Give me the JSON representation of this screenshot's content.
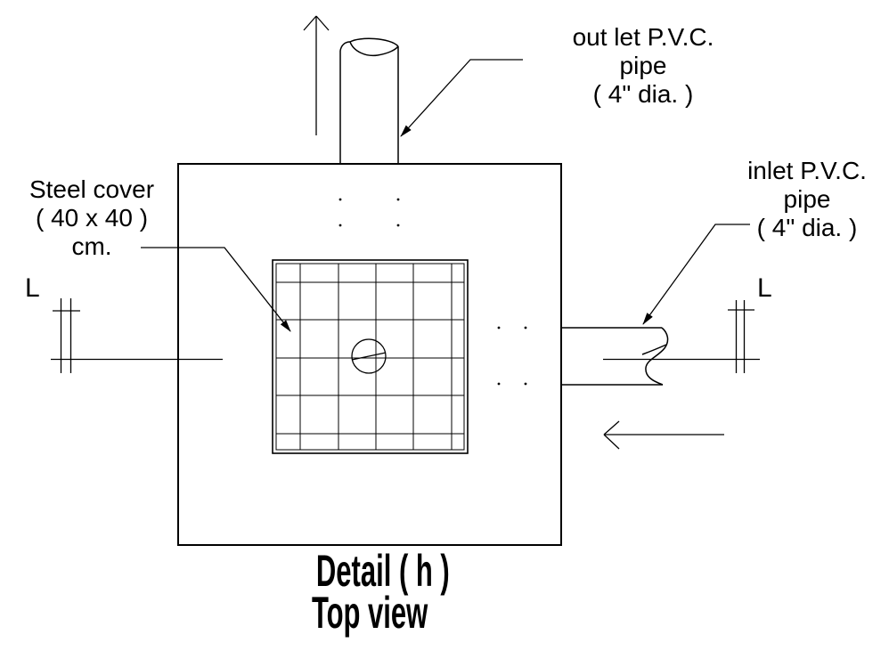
{
  "page": {
    "background": "#ffffff",
    "line_color": "#000000"
  },
  "labels": {
    "outlet_pipe": {
      "lines": [
        "out let P.V.C.",
        "pipe",
        "( 4\" dia. )"
      ]
    },
    "inlet_pipe": {
      "lines": [
        "inlet P.V.C.",
        "pipe",
        "( 4\" dia. )"
      ]
    },
    "steel_cover": {
      "lines": [
        "Steel cover",
        "( 40 x 40 )",
        "cm."
      ]
    },
    "section_marker_left": "L",
    "section_marker_right": "L"
  },
  "title": {
    "line1": "Detail ( h )",
    "line2": "Top view"
  }
}
